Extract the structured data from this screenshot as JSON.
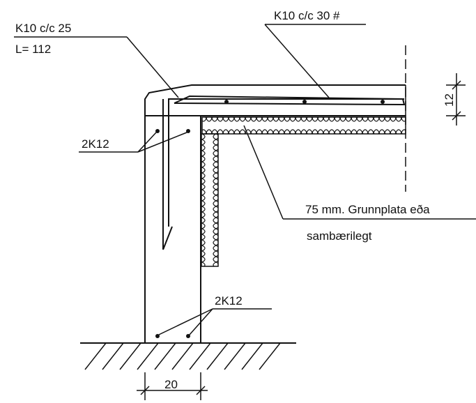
{
  "labels": {
    "top_left_rebar": "K10 c/c 25",
    "top_left_length": "L= 112",
    "top_right_rebar": "K10 c/c 30 #",
    "left_bars": "2K12",
    "bottom_bars": "2K12",
    "insulation_line1": "75 mm. Grunnplata eða",
    "insulation_line2": "sambærilegt",
    "slab_dimension": "12",
    "wall_dimension": "20"
  },
  "colors": {
    "ink": "#111111",
    "background": "#ffffff"
  }
}
